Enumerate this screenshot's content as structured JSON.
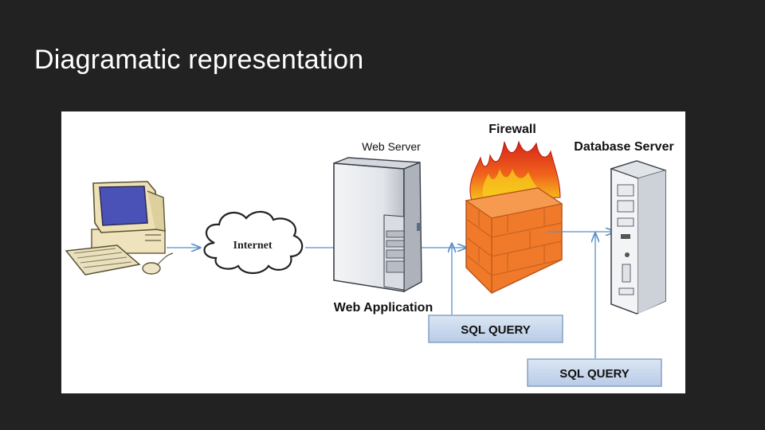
{
  "slide": {
    "title": "Diagramatic representation"
  },
  "diagram": {
    "labels": {
      "internet": "Internet",
      "web_server": "Web Server",
      "web_application": "Web Application",
      "firewall": "Firewall",
      "database_server": "Database Server",
      "sql_query_1": "SQL QUERY",
      "sql_query_2": "SQL QUERY"
    },
    "colors": {
      "background": "#222222",
      "panel": "#ffffff",
      "arrow": "#5b8fc7",
      "brick": "#f07a2a",
      "flame": "#e8331a",
      "query_box": "#c9d9ee",
      "monitor_screen": "#4a52b8"
    },
    "flow": [
      "client-computer",
      "internet-cloud",
      "web-server",
      "firewall",
      "database-server"
    ]
  }
}
